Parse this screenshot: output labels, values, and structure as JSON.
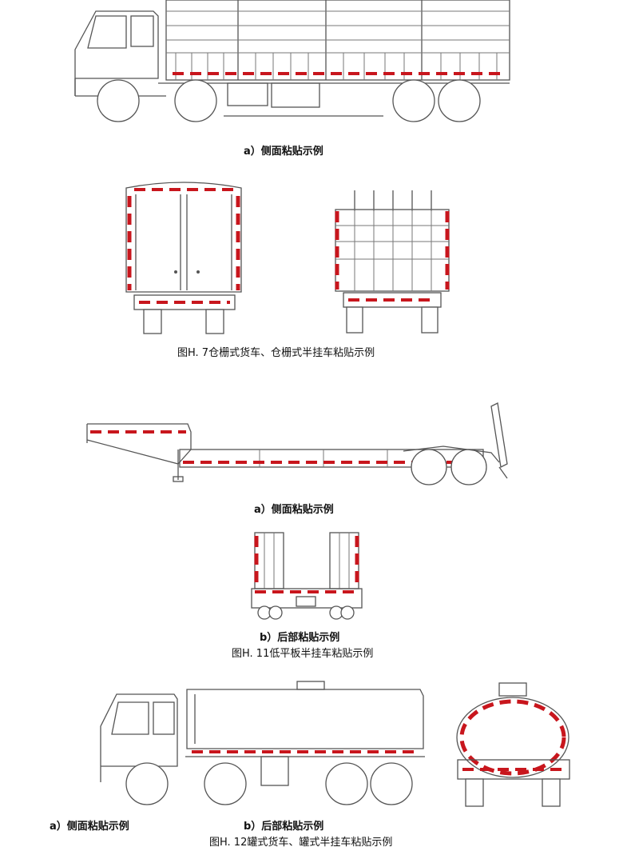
{
  "captions": {
    "fig_h7_side": "a）侧面粘贴示例",
    "fig_h7_title": "图H. 7仓栅式货车、仓栅式半挂车粘贴示例",
    "fig_h11_side": "a）侧面粘贴示例",
    "fig_h11_rear": "b）后部粘贴示例",
    "fig_h11_title": "图H. 11低平板半挂车粘贴示例",
    "fig_h12_side": "a）侧面粘贴示例",
    "fig_h12_rear": "b）后部粘贴示例",
    "fig_h12_title": "图H. 12罐式货车、罐式半挂车粘贴示例"
  },
  "colors": {
    "reflective_red": "#c8161d",
    "reflective_white": "#ffffff",
    "line": "#555555"
  }
}
